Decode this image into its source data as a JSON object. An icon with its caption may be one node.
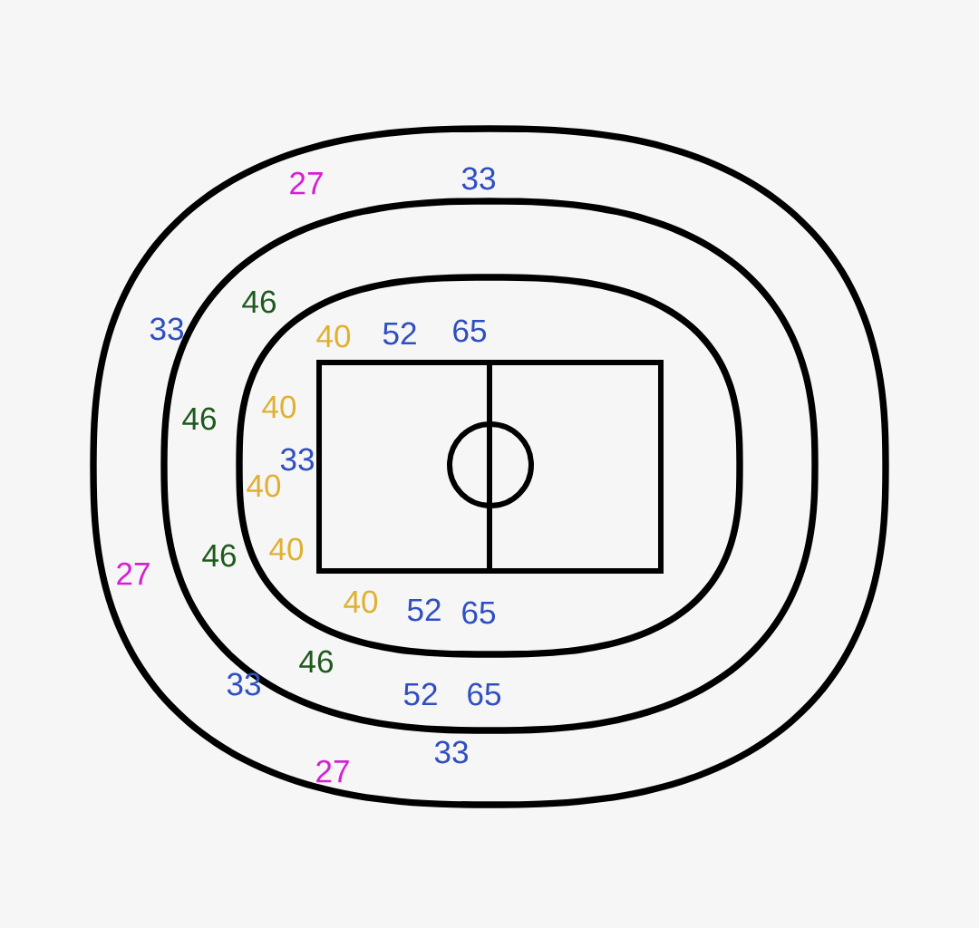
{
  "diagram": {
    "labels": [
      "27",
      "33",
      "46",
      "33",
      "40",
      "52",
      "65",
      "40",
      "46",
      "33",
      "40",
      "46",
      "40",
      "27",
      "40",
      "52",
      "65",
      "46",
      "33",
      "52",
      "65",
      "33",
      "27"
    ]
  }
}
